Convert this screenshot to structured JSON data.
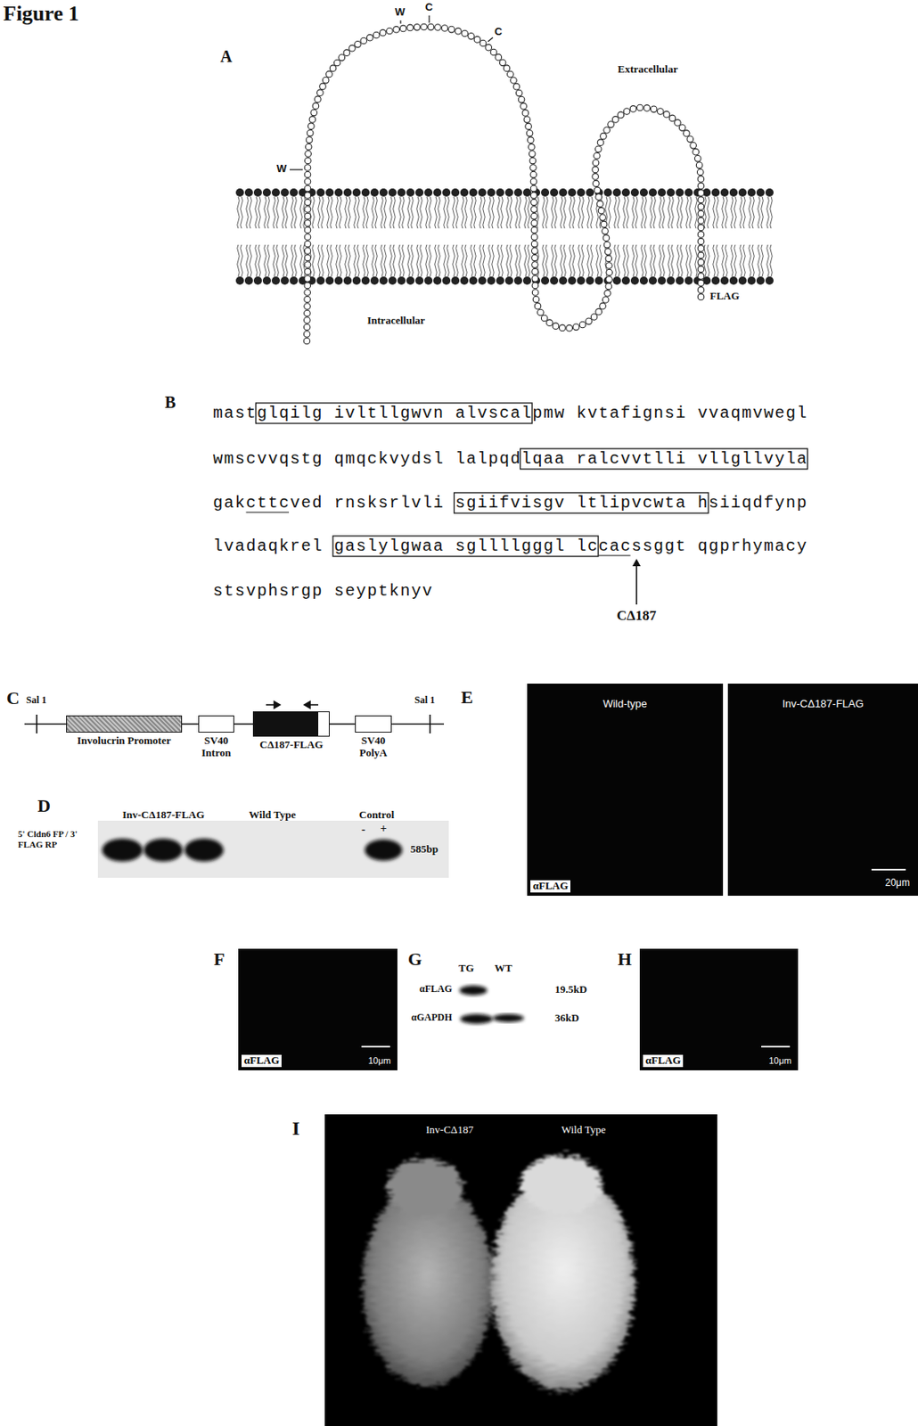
{
  "diagram": {
    "title": "Figure 1",
    "nodes": [
      {
        "text": [
          "Involucrin Promoter"
        ]
      },
      {
        "text": [
          "SV40 Intron"
        ]
      },
      {
        "text": [
          "CΔ187-FLAG"
        ]
      },
      {
        "text": [
          "SV40 PolyA"
        ]
      },
      {
        "text": [
          "Wild-type",
          "αFLAG"
        ]
      },
      {
        "text": [
          "Inv-CΔ187-FLAG",
          "20μm"
        ]
      },
      {
        "text": [
          "αFLAG",
          "10μm"
        ]
      },
      {
        "text": [
          "αFLAG",
          "10μm"
        ]
      },
      {
        "text": [
          "Inv-CΔ187",
          "Wild Type"
        ]
      }
    ],
    "edges": [
      {
        "from": 0,
        "to": 1,
        "arrow": "none"
      },
      {
        "from": 1,
        "to": 2,
        "arrow": "none"
      },
      {
        "from": 2,
        "to": 3,
        "arrow": "none"
      }
    ],
    "labels": [
      "A",
      "W",
      "C",
      "C",
      "W",
      "Extracellular",
      "Intracellular",
      "FLAG",
      "B",
      "mastglqilg ivltllgwvn alvscalpmw kvtafignsi vvaqmvwegl",
      "wmscvvqstg qmqckvydsl lalpqdlqaa ralcvvtlli vllgllvyla",
      "gakcttcved rnsksrlvli sgiifvisgv ltlipvcwta hsiiqdfynp",
      "lvadaqkrel gaslylgwaa sgllllgggl lccacssggt qgprhymacy",
      "stsvphsrgp seyptknyv",
      "CΔ187",
      "C",
      "Sal 1",
      "Sal 1",
      "D",
      "Inv-CΔ187-FLAG",
      "Wild Type",
      "Control",
      "-",
      "+",
      "5' Cldn6 FP / 3' FLAG RP",
      "585bp",
      "E",
      "F",
      "G",
      "TG",
      "WT",
      "αFLAG",
      "19.5kD",
      "αGAPDH",
      "36kD",
      "H",
      "I"
    ]
  }
}
